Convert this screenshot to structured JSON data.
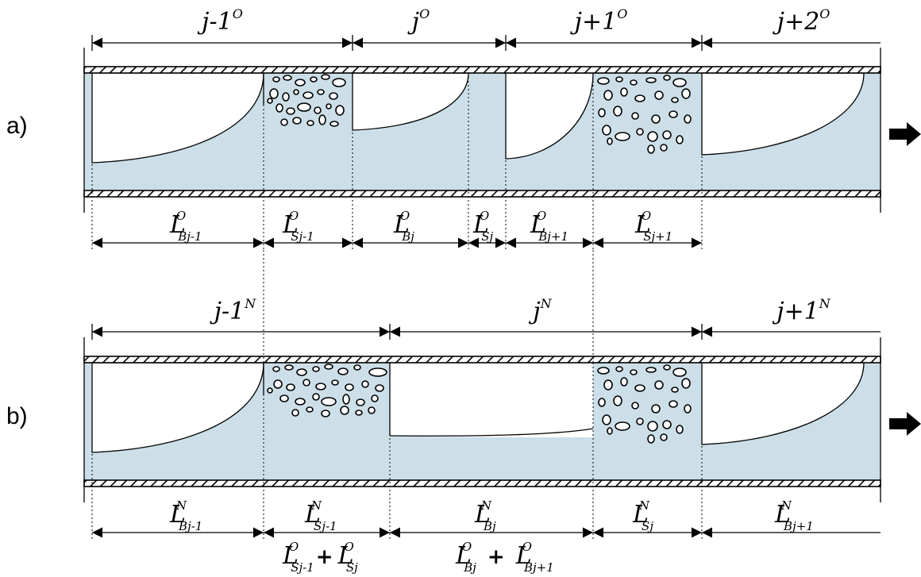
{
  "panels": [
    {
      "id": "a",
      "label": "a)",
      "segments": [
        {
          "base": "j-1",
          "sup": "O"
        },
        {
          "base": "j",
          "sup": "O"
        },
        {
          "base": "j+1",
          "sup": "O"
        },
        {
          "base": "j+2",
          "sup": "O"
        }
      ],
      "lengths": [
        {
          "sup": "O",
          "sub": "Bj-1"
        },
        {
          "sup": "O",
          "sub": "Sj-1"
        },
        {
          "sup": "O",
          "sub": "Bj"
        },
        {
          "sup": "O",
          "sub": "Sj"
        },
        {
          "sup": "O",
          "sub": "Bj+1"
        },
        {
          "sup": "O",
          "sub": "Sj+1"
        }
      ]
    },
    {
      "id": "b",
      "label": "b)",
      "segments": [
        {
          "base": "j-1",
          "sup": "N"
        },
        {
          "base": "j",
          "sup": "N"
        },
        {
          "base": "j+1",
          "sup": "N"
        }
      ],
      "lengths": [
        {
          "sup": "N",
          "sub": "Bj-1"
        },
        {
          "sup": "N",
          "sub": "Sj-1"
        },
        {
          "sup": "N",
          "sub": "Bj"
        },
        {
          "sup": "N",
          "sub": "Sj"
        },
        {
          "sup": "N",
          "sub": "Bj+1"
        }
      ],
      "sums": [
        {
          "a": {
            "sup": "O",
            "sub": "Sj-1"
          },
          "op": "+",
          "b": {
            "sup": "O",
            "sub": "Sj"
          }
        },
        {
          "a": {
            "sup": "O",
            "sub": "Bj"
          },
          "op": "+",
          "b": {
            "sup": "O",
            "sub": "Bj+1"
          }
        }
      ]
    }
  ],
  "symbol": "L",
  "colors": {
    "liquid": "#ccdfe8",
    "line": "#000000",
    "gas": "#ffffff"
  },
  "icons": {
    "flow_direction": "arrow-right-icon"
  }
}
